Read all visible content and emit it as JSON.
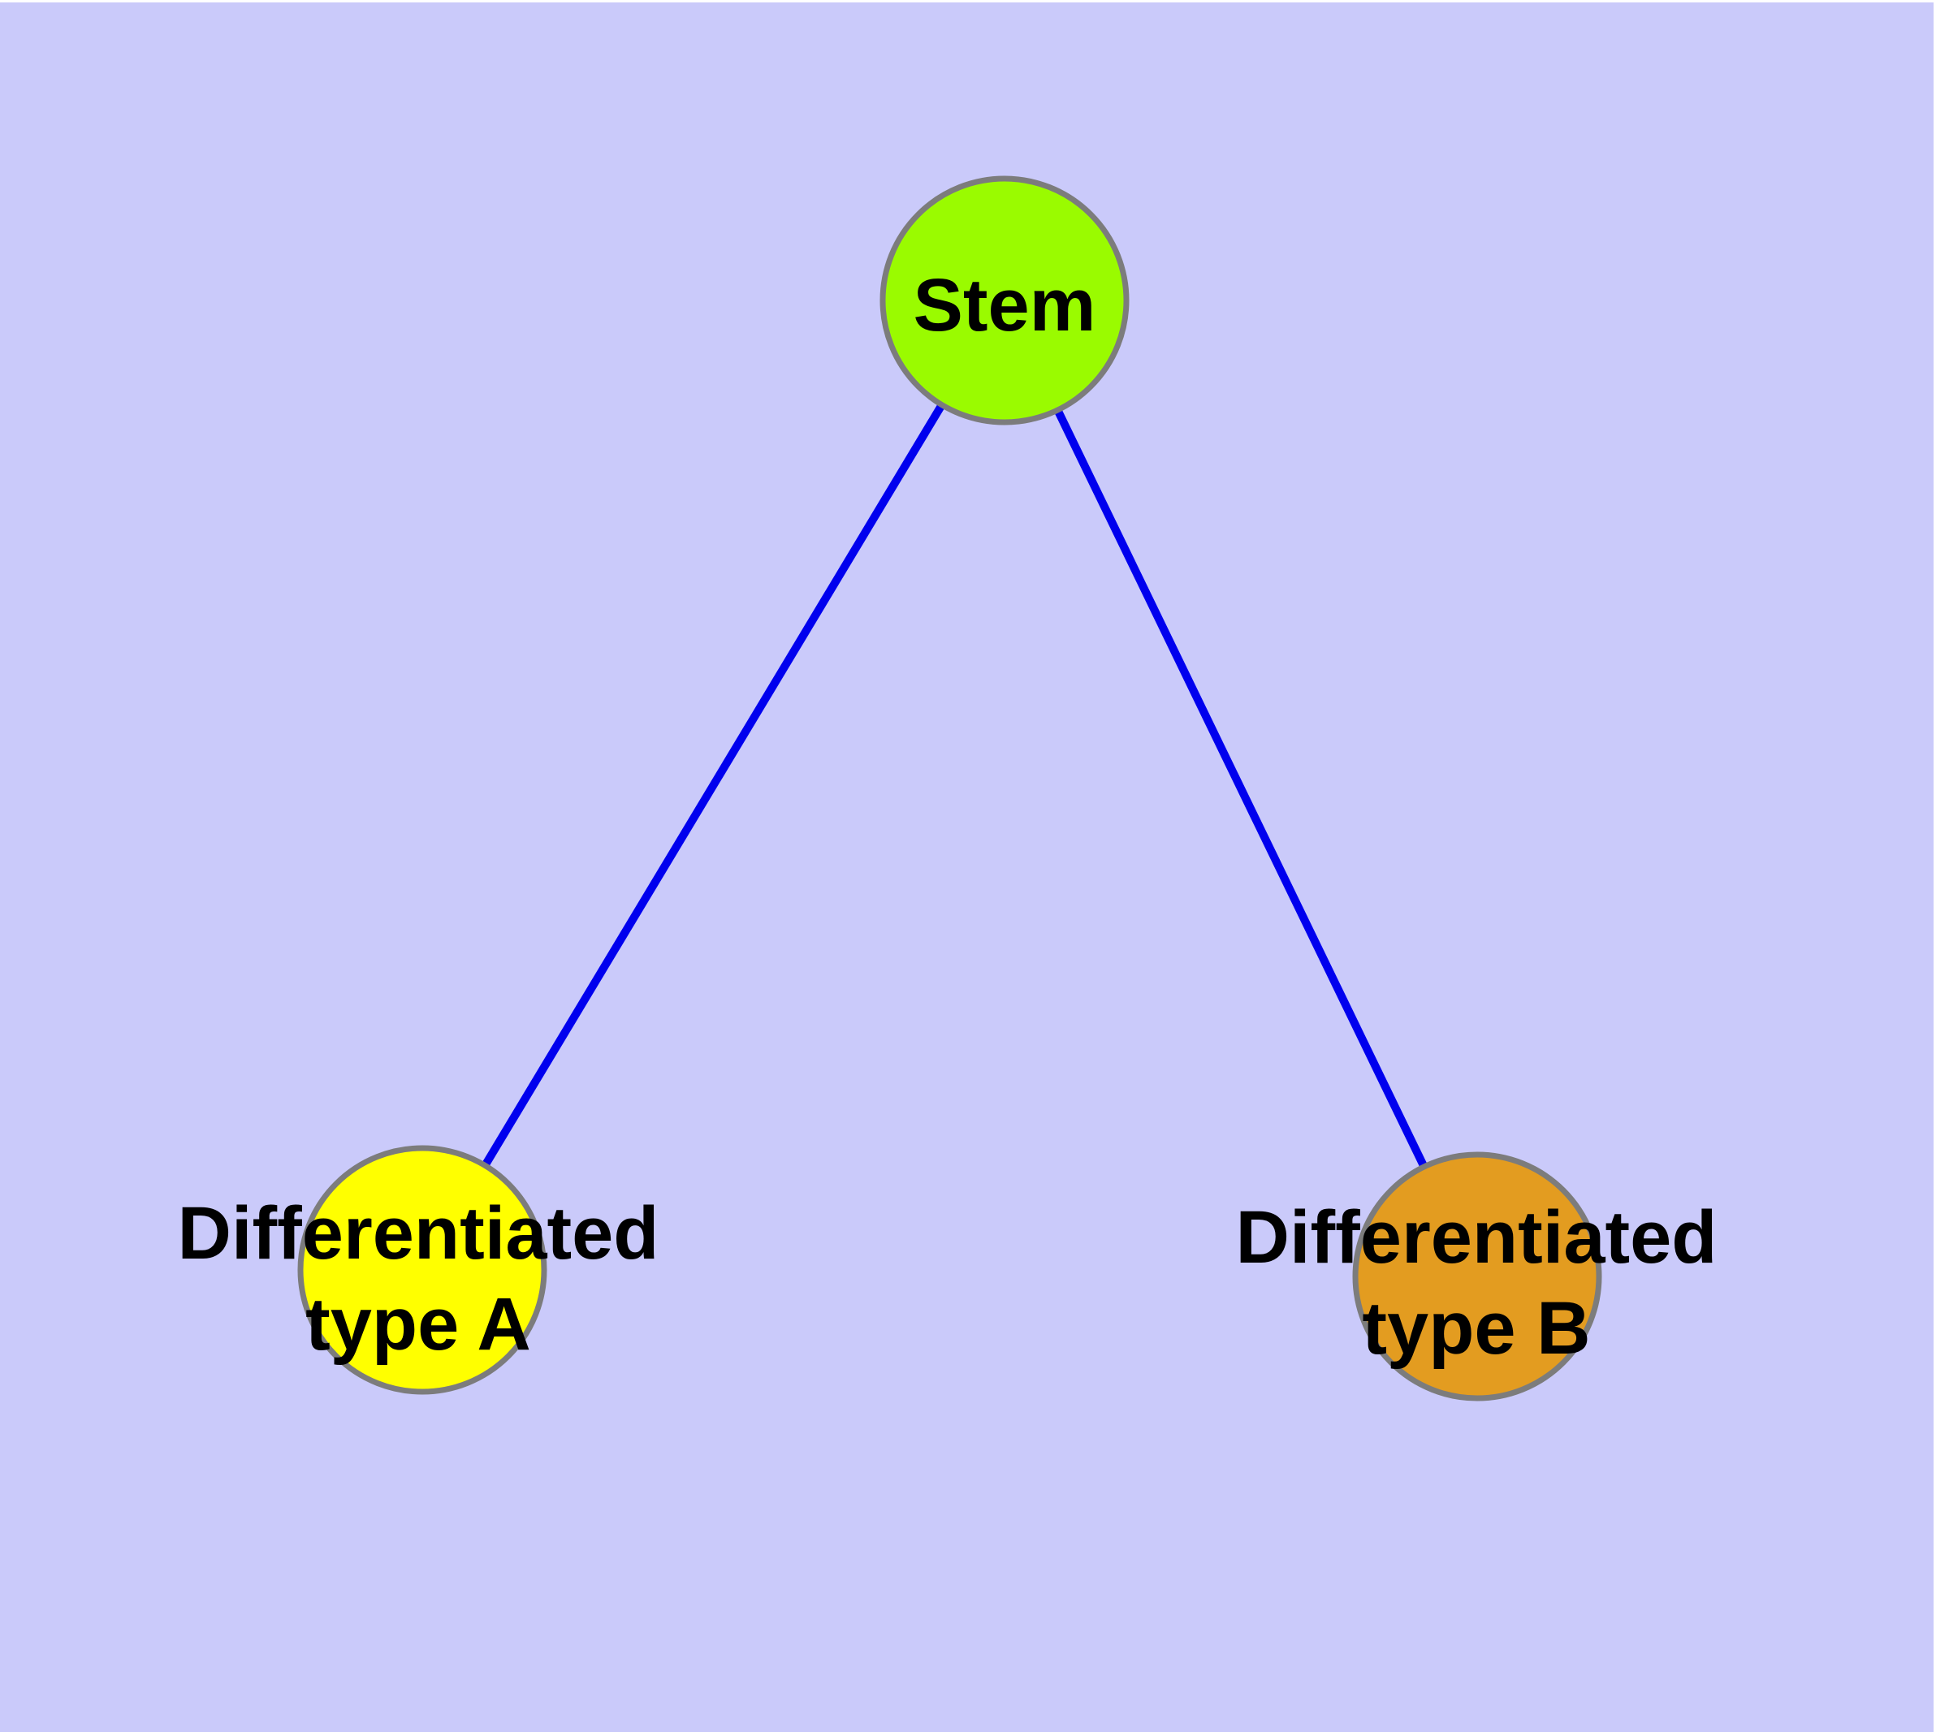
{
  "diagram": {
    "type": "node-link-graph",
    "background_color": "#CACAFA",
    "margin_color": "#FFFFFF",
    "edge_color": "#0000EE",
    "node_border_color": "#7C7C7C",
    "label_text_color": "#000000",
    "nodes": [
      {
        "id": "stem",
        "label": "Stem",
        "lines": [
          "Stem"
        ],
        "color": "#9AFB00"
      },
      {
        "id": "differentiated-type-a",
        "label": "Differentiated type A",
        "lines": [
          "Differentiated",
          "type A"
        ],
        "color": "#FFFF00"
      },
      {
        "id": "differentiated-type-b",
        "label": "Differentiated type B",
        "lines": [
          "Differentiated",
          "type B"
        ],
        "color": "#E39C20"
      }
    ],
    "edges": [
      {
        "from": "Stem",
        "to": "Differentiated type A"
      },
      {
        "from": "Stem",
        "to": "Differentiated type B"
      }
    ]
  }
}
